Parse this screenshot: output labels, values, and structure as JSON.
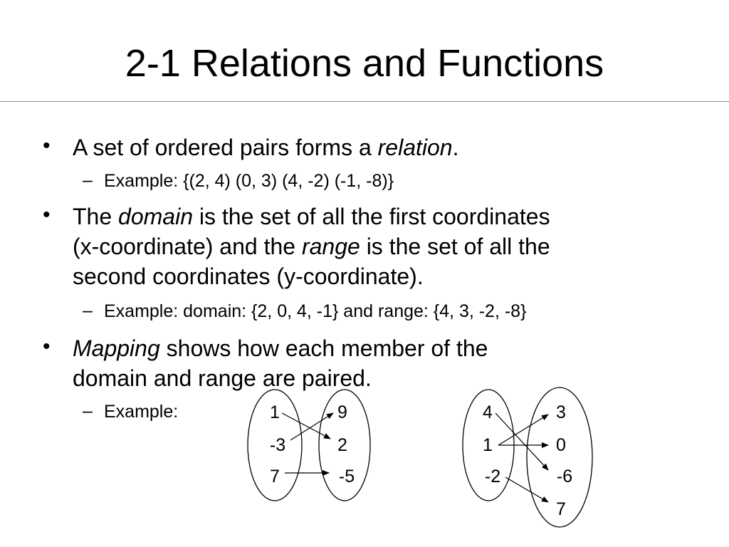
{
  "slide": {
    "title": "2-1 Relations and Functions",
    "bullets": [
      {
        "pre": "A set of ordered pairs forms a ",
        "term": "relation",
        "post": ".",
        "sub": "Example: {(2, 4) (0, 3) (4, -2) (-1, -8)}"
      },
      {
        "line1_pre": "The ",
        "line1_term": "domain",
        "line1_post": " is the set of all the first coordinates",
        "line2_pre": "(x-coordinate) and the ",
        "line2_term": "range",
        "line2_post": " is the set of all the",
        "line3": "second coordinates (y-coordinate).",
        "sub": "Example: domain: {2, 0, 4, -1} and range: {4, 3, -2, -8}"
      },
      {
        "line1_term": "Mapping",
        "line1_post": " shows how each member of the",
        "line2": "domain and range are paired.",
        "sub": "Example:"
      }
    ],
    "mapping1": {
      "domain": [
        "1",
        "-3",
        "7"
      ],
      "range": [
        "9",
        "2",
        "-5"
      ]
    },
    "mapping2": {
      "domain": [
        "4",
        "1",
        "-2"
      ],
      "range": [
        "3",
        "0",
        "-6",
        "7"
      ]
    }
  }
}
